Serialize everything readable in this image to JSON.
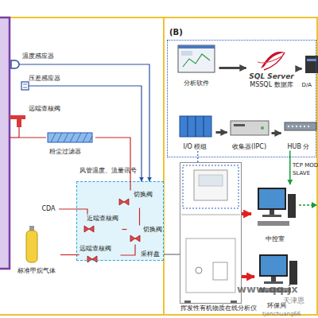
{
  "diagram": {
    "nodes": [
      {
        "text": [
          "温度感应器"
        ]
      },
      {
        "text": [
          "压差感应器"
        ]
      },
      {
        "text": [
          "远端查核阀"
        ]
      },
      {
        "text": [
          "粉尘过滤器"
        ]
      },
      {
        "text": [
          "CDA"
        ]
      },
      {
        "text": [
          "标准甲烷气体"
        ]
      },
      {
        "text": [
          "采样盘"
        ]
      },
      {
        "text": [
          "切换阀"
        ],
        "in": 6
      },
      {
        "text": [
          "近端查核阀"
        ],
        "in": 6
      },
      {
        "text": [
          "切换阀"
        ],
        "in": 6
      },
      {
        "text": [
          "远端查核阀"
        ],
        "in": 6
      },
      {
        "text": [
          "挥发性有机物质在线分析仪"
        ]
      },
      {
        "text": [
          "(B)"
        ]
      },
      {
        "text": [
          "分析软件"
        ],
        "in": 12
      },
      {
        "text": [
          "SQL Server",
          "MSSQL 数据库"
        ],
        "in": 12
      },
      {
        "text": [
          "D/A"
        ],
        "in": 12
      },
      {
        "text": [
          "I/O 模组"
        ],
        "in": 12
      },
      {
        "text": [
          "收集器(IPC)"
        ],
        "in": 12
      },
      {
        "text": [
          "HUB 分"
        ],
        "in": 12
      },
      {
        "text": [
          "中控室"
        ]
      },
      {
        "text": [
          "环保局"
        ]
      }
    ],
    "edges": [
      {
        "from": 0,
        "to": 6,
        "arrow": "to"
      },
      {
        "from": 1,
        "to": 6,
        "arrow": "to"
      },
      {
        "from": 2,
        "to": 3,
        "arrow": "none"
      },
      {
        "from": 3,
        "to": 7,
        "arrow": "none"
      },
      {
        "from": 4,
        "to": 8,
        "arrow": "none"
      },
      {
        "from": 5,
        "to": 10,
        "arrow": "none"
      },
      {
        "from": 7,
        "to": 9,
        "arrow": "none"
      },
      {
        "from": 8,
        "to": 9,
        "arrow": "none"
      },
      {
        "from": 10,
        "to": 9,
        "arrow": "none"
      },
      {
        "from": 6,
        "to": 11,
        "arrow": "none"
      },
      {
        "from": 13,
        "to": 14,
        "arrow": "to"
      },
      {
        "from": 14,
        "to": 15,
        "arrow": "to"
      },
      {
        "from": 16,
        "to": 17,
        "arrow": "to"
      },
      {
        "from": 17,
        "to": 18,
        "arrow": "to"
      },
      {
        "from": 18,
        "to": 19,
        "arrow": "to"
      },
      {
        "from": 11,
        "to": 19,
        "arrow": "to"
      },
      {
        "from": 11,
        "to": 20,
        "arrow": "to"
      },
      {
        "from": 11,
        "to": 16,
        "arrow": "none"
      }
    ],
    "labels": [
      "风管温度、流量讯号",
      "TCP MOD",
      "SLAVE",
      "www.qq.jx",
      "天津恩",
      "tjenchuang66"
    ]
  }
}
